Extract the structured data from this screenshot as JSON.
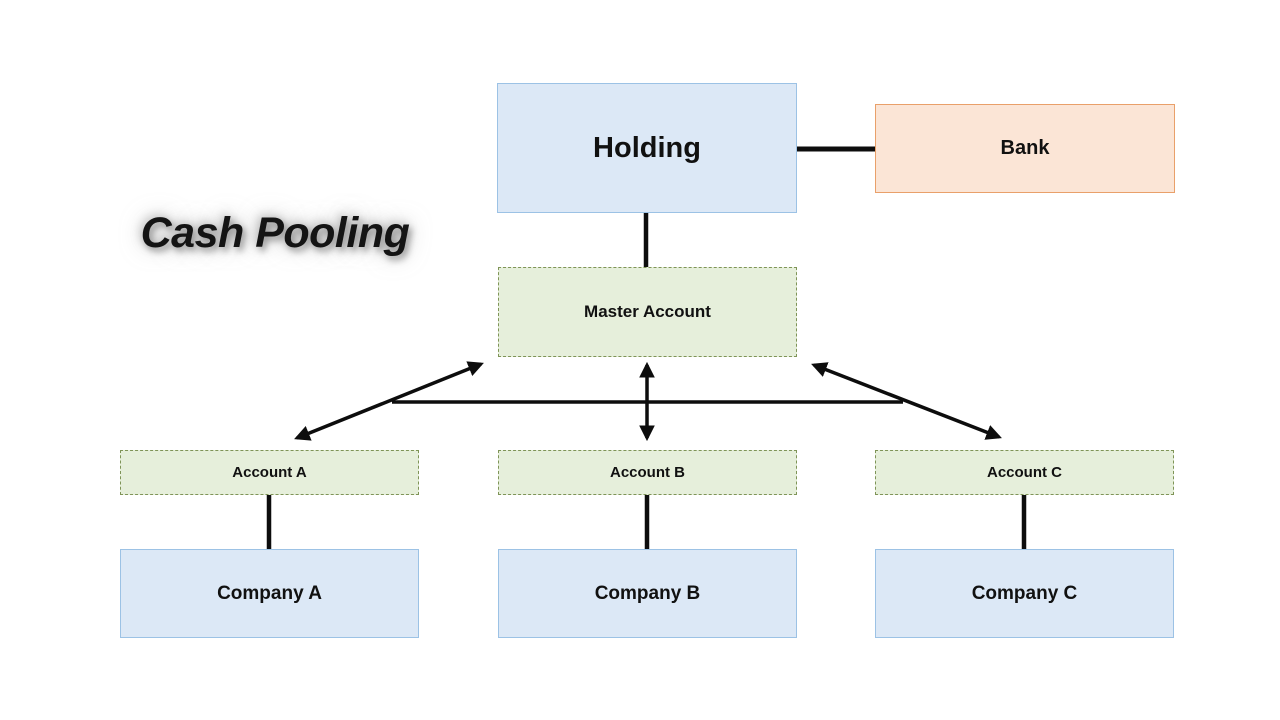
{
  "title": "Cash Pooling",
  "nodes": {
    "holding": {
      "label": "Holding"
    },
    "bank": {
      "label": "Bank"
    },
    "master_account": {
      "label": "Master Account"
    },
    "account_a": {
      "label": "Account A"
    },
    "account_b": {
      "label": "Account B"
    },
    "account_c": {
      "label": "Account C"
    },
    "company_a": {
      "label": "Company A"
    },
    "company_b": {
      "label": "Company B"
    },
    "company_c": {
      "label": "Company C"
    }
  },
  "colors": {
    "box_blue_fill": "#dce8f6",
    "box_blue_border": "#9cc2e5",
    "box_green_fill": "#e6efdb",
    "box_green_border": "#7f9457",
    "box_orange_fill": "#fbe5d6",
    "box_orange_border": "#e9a06a",
    "connector": "#0d0d0d",
    "title_text": "#141414"
  }
}
